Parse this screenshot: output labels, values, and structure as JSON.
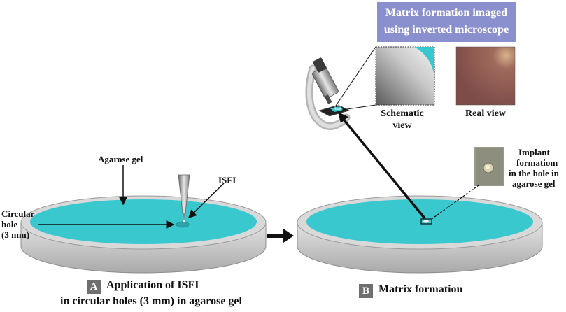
{
  "banner": {
    "line1": "Matrix formation imaged",
    "line2": "using inverted microscope"
  },
  "labels": {
    "agarose_gel": "Agarose gel",
    "isfi": "ISFI",
    "circular_hole": [
      "Circular",
      "hole",
      "(3 mm)"
    ],
    "schematic_view": [
      "Schematic",
      "view"
    ],
    "real_view": "Real view",
    "implant": [
      "Implant",
      "formatiom",
      "in the hole in",
      "agarose gel"
    ]
  },
  "captions": {
    "a": {
      "tag": "A",
      "line1": "Application of ISFI",
      "line2": "in circular holes (3 mm) in agarose gel"
    },
    "b": {
      "tag": "B",
      "line1": "Matrix formation"
    }
  },
  "colors": {
    "gel": "#3ac8cf",
    "gel_dark": "#2aaab0",
    "dish_rim": "#c8c8c8",
    "banner": "#8a8fce",
    "tag": "#6f6f6f",
    "real_view": "#8f5a55"
  }
}
